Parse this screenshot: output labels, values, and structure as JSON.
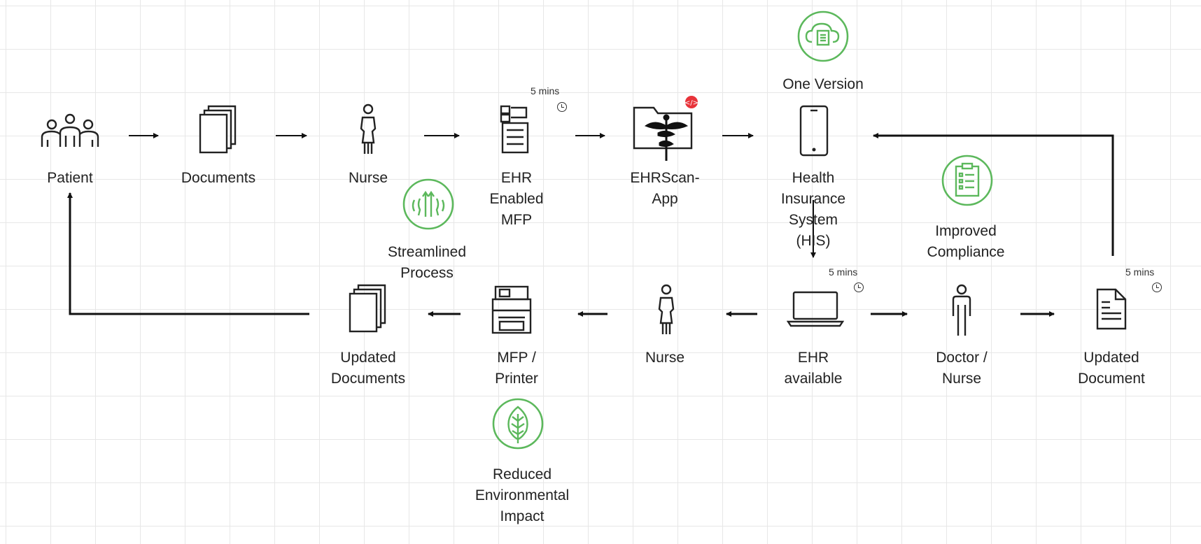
{
  "nodes": {
    "patient": "Patient",
    "documents": "Documents",
    "nurse_top": "Nurse",
    "ehr_mfp": "EHR\nEnabled\nMFP",
    "ehrscan": "EHRScan-\nApp",
    "his": "Health\nInsurance\nSystem\n(HIS)",
    "updated_documents": "Updated\nDocuments",
    "mfp_printer": "MFP /\nPrinter",
    "nurse_bottom": "Nurse",
    "ehr_available": "EHR\navailable",
    "doctor_nurse": "Doctor /\nNurse",
    "updated_document": "Updated\nDocument"
  },
  "benefits": {
    "one_version": "One Version",
    "streamlined": "Streamlined\nProcess",
    "compliance": "Improved\nCompliance",
    "environment": "Reduced\nEnvironmental\nImpact"
  },
  "timings": {
    "mfp_time": "5 mins",
    "ehr_time": "5 mins",
    "doc_time": "5 mins"
  },
  "colors": {
    "accent_green": "#5cb85c",
    "badge_red": "#e8333a",
    "line": "#111111"
  }
}
